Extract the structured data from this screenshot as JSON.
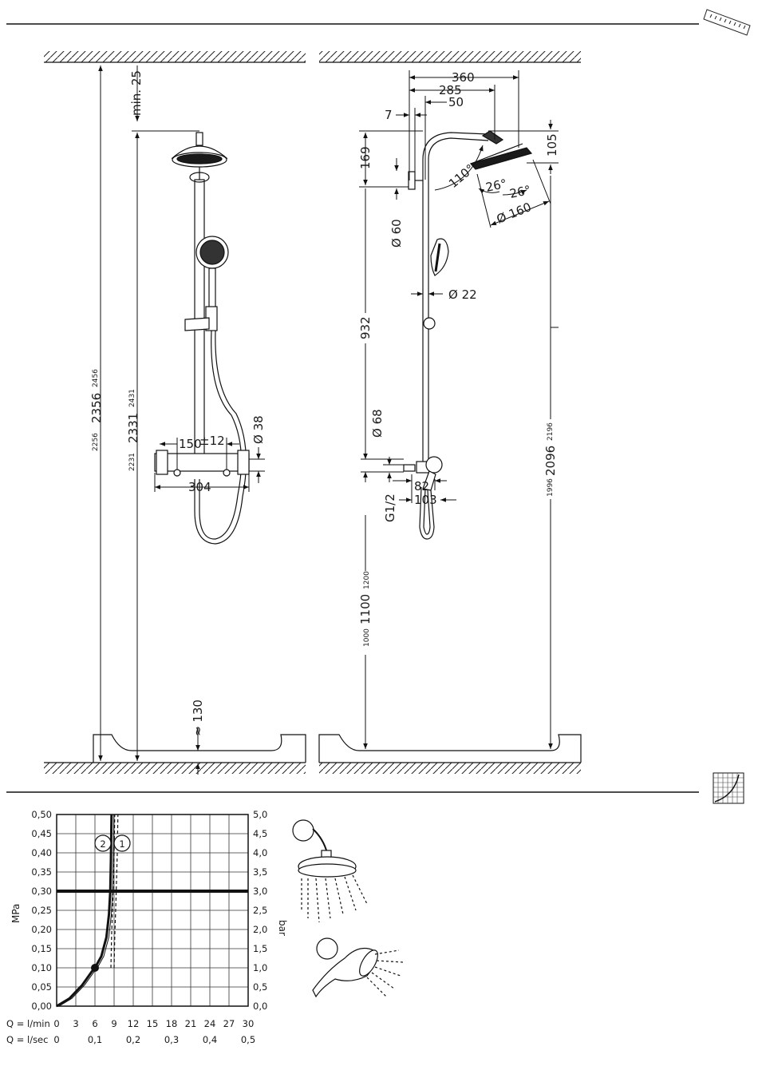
{
  "dims_left": {
    "min25": "min. 25",
    "h2256": "2256",
    "h2356": "2356",
    "h2456": "2456",
    "h2231": "2231",
    "h2331": "2331",
    "h2431": "2431",
    "d150": "150",
    "pm12": "±12",
    "d304": "304",
    "dia38": "Ø 38",
    "approx130": "≈ 130"
  },
  "dims_right": {
    "d360": "360",
    "d285": "285",
    "d50": "50",
    "d7": "7",
    "d169": "169",
    "d105": "105",
    "a110": "110°",
    "a26a": "26°",
    "a26b": "26°",
    "dia160": "Ø 160",
    "dia60": "Ø 60",
    "dia22": "Ø 22",
    "d932": "932",
    "dia68": "Ø 68",
    "g12": "G1/2",
    "d82": "82",
    "d103": "103",
    "h1000": "1000",
    "h1100": "1100",
    "h1200": "1200",
    "h1996": "1996",
    "h2096": "2096",
    "h2196": "2196"
  },
  "chart_data": {
    "type": "line",
    "y_left_label": "MPa",
    "y_right_label": "bar",
    "y_left_ticks": [
      "0,00",
      "0,05",
      "0,10",
      "0,15",
      "0,20",
      "0,25",
      "0,30",
      "0,35",
      "0,40",
      "0,45",
      "0,50"
    ],
    "y_right_ticks": [
      "0,0",
      "0,5",
      "1,0",
      "1,5",
      "2,0",
      "2,5",
      "3,0",
      "3,5",
      "4,0",
      "4,5",
      "5,0"
    ],
    "x_lmin_label": "Q = l/min",
    "x_lmin_ticks": [
      "0",
      "3",
      "6",
      "9",
      "12",
      "15",
      "18",
      "21",
      "24",
      "27",
      "30"
    ],
    "x_lsec_label": "Q = l/sec",
    "x_lsec_ticks": [
      "0",
      "0,1",
      "0,2",
      "0,3",
      "0,4",
      "0,5"
    ],
    "xlim": [
      0,
      30
    ],
    "ylim": [
      0,
      0.5
    ],
    "grid": true,
    "reference_pressure": 0.3,
    "marked_point": {
      "x": 6,
      "y": 0.1
    },
    "series": [
      {
        "name": "2",
        "style": "solid",
        "x": [
          0,
          2,
          4,
          5.5,
          6,
          7,
          7.8,
          8.2,
          8.4,
          8.5,
          8.6
        ],
        "y": [
          0,
          0.02,
          0.055,
          0.09,
          0.1,
          0.13,
          0.18,
          0.24,
          0.3,
          0.38,
          0.5
        ]
      },
      {
        "name": "1",
        "style": "dashed",
        "x": [
          8.5,
          8.6,
          8.8,
          9.0,
          9.1
        ],
        "y": [
          0.1,
          0.18,
          0.28,
          0.4,
          0.5
        ]
      }
    ]
  },
  "legend_markers": [
    "1",
    "2"
  ],
  "icons": [
    "overhead-shower-icon",
    "hand-shower-icon",
    "ruler-corner-icon",
    "flow-chart-thumb-icon"
  ]
}
